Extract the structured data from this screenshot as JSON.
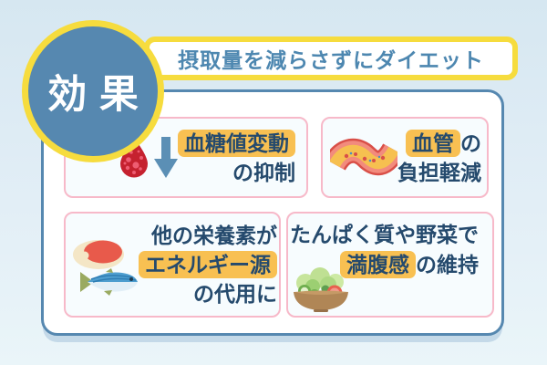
{
  "badge": {
    "label": "効果"
  },
  "header": {
    "title": "摂取量を減らさずにダイエット"
  },
  "cards": {
    "blood_sugar": {
      "highlight": "血糖値変動",
      "rest": "の抑制",
      "icons": [
        "blood-drop-icon",
        "down-arrow-icon"
      ]
    },
    "blood_vessel": {
      "highlight": "血管",
      "inline_after": "の",
      "line2": "負担軽減",
      "icons": [
        "blood-vessel-icon"
      ]
    },
    "energy": {
      "line1": "他の栄養素が",
      "highlight": "エネルギー源",
      "line3": "の代用に",
      "icons": [
        "meat-icon",
        "fish-icon"
      ]
    },
    "satiety": {
      "line1": "たんぱく質や野菜で",
      "highlight": "満腹感",
      "inline_after": "の維持",
      "icons": [
        "salad-bowl-icon"
      ]
    }
  },
  "colors": {
    "background_top": "#d6e7f1",
    "background_bottom": "#eaf5f9",
    "panel_border_blue": "#5688b0",
    "badge_fill_blue": "#5688b0",
    "accent_yellow_border": "#f6dc3e",
    "highlight_pill_yellow": "#f8c052",
    "card_border_pink": "#f7b9c9",
    "card_fill": "#f7fcfe",
    "text_navy": "#254a6d",
    "header_text_blue": "#4d87b0",
    "blood_red": "#c5212f",
    "arrow_blue": "#5b8fb5"
  }
}
